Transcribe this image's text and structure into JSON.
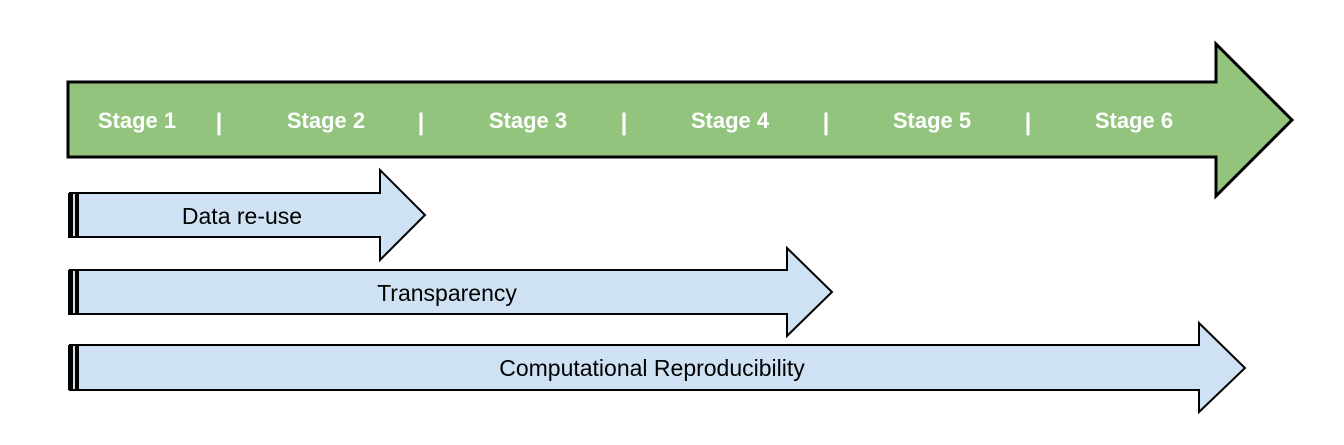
{
  "stages": [
    "Stage 1",
    "Stage 2",
    "Stage 3",
    "Stage 4",
    "Stage 5",
    "Stage 6"
  ],
  "separator": "|",
  "arrows": [
    {
      "label": "Data re-use",
      "reaches_stage": 2
    },
    {
      "label": "Transparency",
      "reaches_stage": 4
    },
    {
      "label": "Computational Reproducibility",
      "reaches_stage": 6
    }
  ],
  "colors": {
    "stage_arrow": "#93c47d",
    "scope_arrow": "#cfe2f3",
    "outline": "#000000",
    "stage_text": "#ffffff"
  }
}
